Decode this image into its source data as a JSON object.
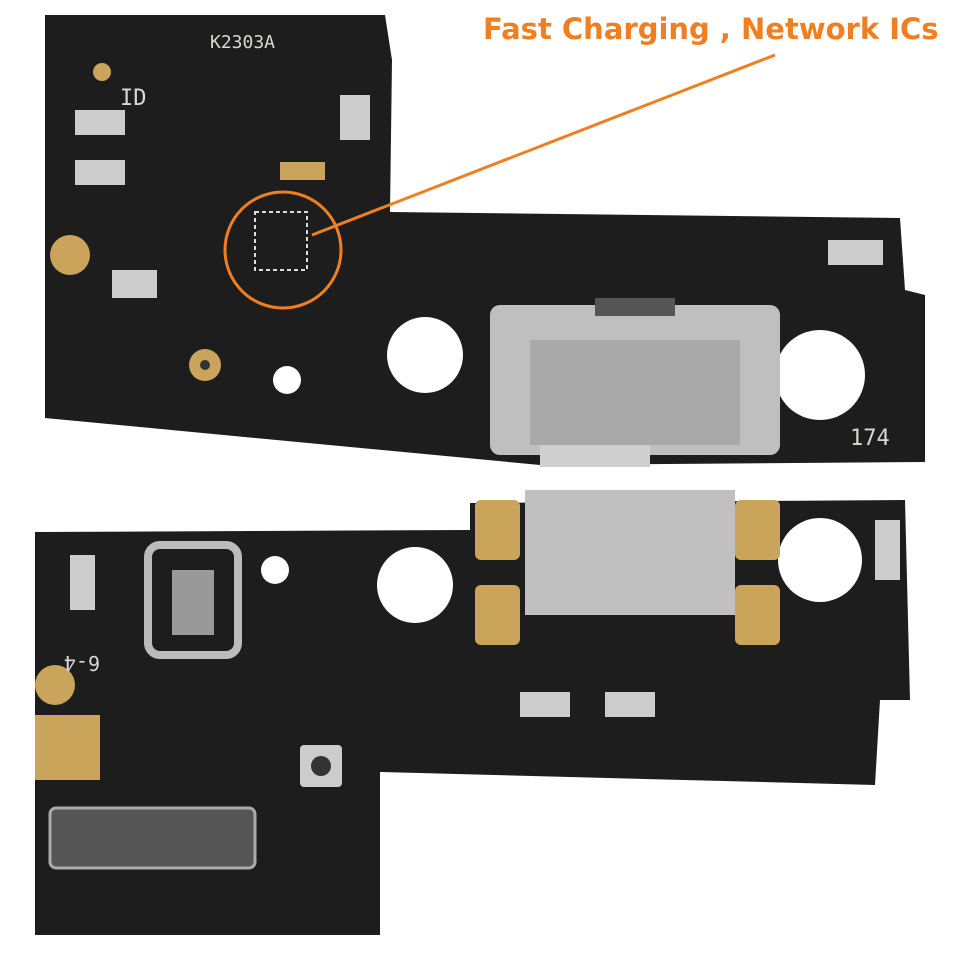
{
  "annotation": {
    "text": "Fast Charging , Network ICs",
    "color": "#f07f22"
  },
  "silkscreen": {
    "board_code": "K2303A",
    "id_label": "ID",
    "number_label": "174",
    "pin_label": "6-4"
  },
  "colors": {
    "pcb": "#1c1c1c",
    "metal": "#bfbfbf",
    "gold": "#c9a45a"
  }
}
